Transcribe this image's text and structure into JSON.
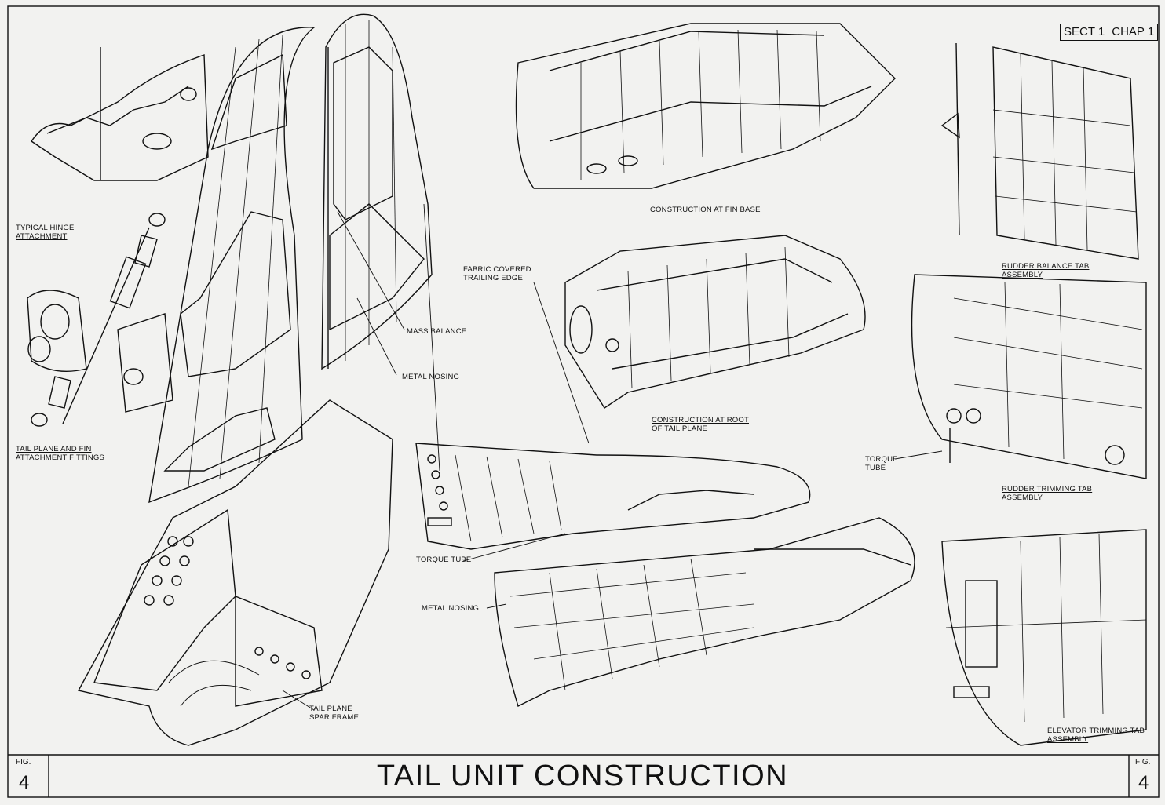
{
  "header": {
    "section": "SECT 1",
    "chapter": "CHAP 1"
  },
  "footer": {
    "title": "TAIL UNIT  CONSTRUCTION",
    "fig_word_left": "FIG.",
    "fig_num_left": "4",
    "fig_word_right": "FIG.",
    "fig_num_right": "4"
  },
  "labels": {
    "hinge": [
      "TYPICAL HINGE",
      "ATTACHMENT"
    ],
    "fittings": [
      "TAIL PLANE AND FIN",
      "ATTACHMENT FITTINGS"
    ],
    "fabric": [
      "FABRIC COVERED",
      "TRAILING EDGE"
    ],
    "mass_balance": "MASS BALANCE",
    "metal_nosing_fin": "METAL NOSING",
    "fin_base": "CONSTRUCTION AT FIN BASE",
    "root": [
      "CONSTRUCTION AT ROOT",
      "OF TAIL PLANE"
    ],
    "torque_tube_center": "TORQUE TUBE",
    "metal_nosing_elev": "METAL NOSING",
    "spar_frame": [
      "TAIL PLANE",
      "SPAR FRAME"
    ],
    "rudder_balance": [
      "RUDDER BALANCE TAB",
      "ASSEMBLY"
    ],
    "torque_tube_right": [
      "TORQUE",
      "TUBE"
    ],
    "rudder_trimming": [
      "RUDDER TRIMMING TAB",
      "ASSEMBLY"
    ],
    "elevator_trimming": [
      "ELEVATOR TRIMMING TAB",
      "ASSEMBLY"
    ]
  }
}
